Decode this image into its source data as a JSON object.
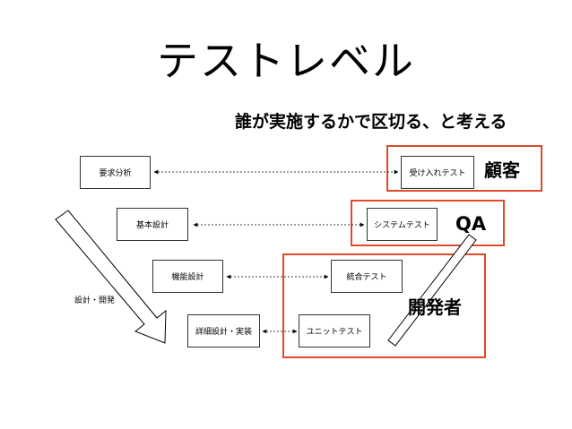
{
  "slide": {
    "title": "テストレベル",
    "subtitle": "誰が実施するかで区切る、と考える"
  },
  "design_boxes": [
    "要求分析",
    "基本設計",
    "機能設計",
    "詳細設計・実装"
  ],
  "test_boxes": [
    "受け入れテスト",
    "システムテスト",
    "統合テスト",
    "ユニットテスト"
  ],
  "roles": {
    "customer": "顧客",
    "qa": "QA",
    "developer": "開発者"
  },
  "side_label": "設計・開発",
  "colors": {
    "accent_red": "#e04a2a",
    "box_border": "#333333"
  }
}
